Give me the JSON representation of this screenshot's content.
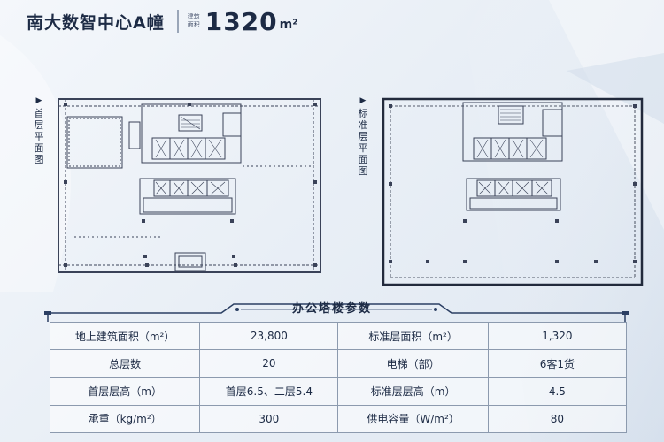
{
  "header": {
    "title": "南大数智中心A幢",
    "area_label_line1": "建筑",
    "area_label_line2": "面积",
    "area_value": "1320",
    "area_unit": "m²"
  },
  "plans": {
    "first_floor_label": "首层平面图",
    "standard_floor_label": "标准层平面图",
    "arrow_glyph": "▶"
  },
  "params": {
    "title": "办公塔楼参数",
    "rows": [
      [
        {
          "k": "地上建筑面积（m²）",
          "v": "23,800"
        },
        {
          "k": "标准层面积（m²）",
          "v": "1,320"
        }
      ],
      [
        {
          "k": "总层数",
          "v": "20"
        },
        {
          "k": "电梯（部）",
          "v": "6客1货"
        }
      ],
      [
        {
          "k": "首层层高（m）",
          "v": "首层6.5、二层5.4"
        },
        {
          "k": "标准层层高（m）",
          "v": "4.5"
        }
      ],
      [
        {
          "k": "承重（kg/m²）",
          "v": "300"
        },
        {
          "k": "供电容量（W/m²）",
          "v": "80"
        }
      ]
    ]
  },
  "colors": {
    "text": "#1d2b45",
    "table_border": "#8c9aae",
    "accent": "#2b3f63"
  }
}
